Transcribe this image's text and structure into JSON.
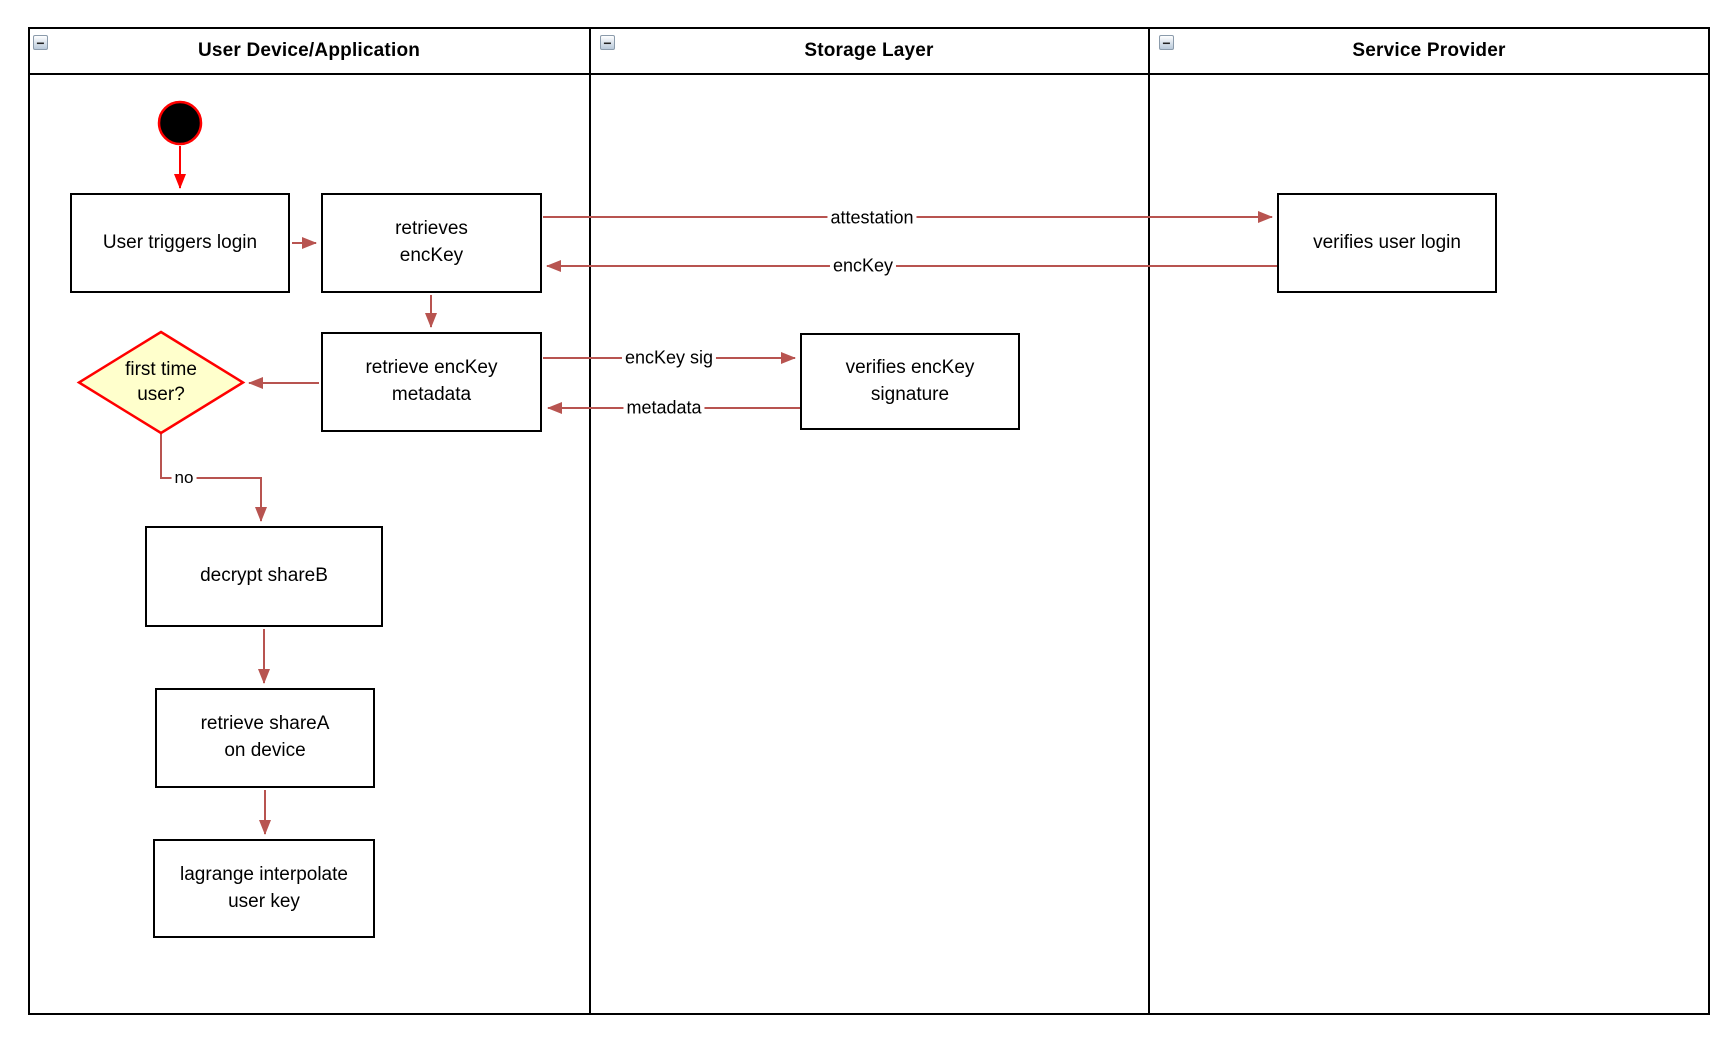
{
  "lanes": [
    {
      "title": "User Device/Application"
    },
    {
      "title": "Storage Layer"
    },
    {
      "title": "Service Provider"
    }
  ],
  "icons": {
    "collapse_glyph": "−"
  },
  "nodes": {
    "start": {
      "type": "initial-node"
    },
    "user_triggers_login": {
      "label": "User triggers login"
    },
    "retrieves_enckey": {
      "label": "retrieves\nencKey"
    },
    "retrieve_enckey_metadata": {
      "label": "retrieve encKey\nmetadata"
    },
    "first_time_user": {
      "label": "first time\nuser?"
    },
    "decrypt_shareb": {
      "label": "decrypt shareB"
    },
    "retrieve_sharea": {
      "label": "retrieve shareA\non device"
    },
    "lagrange_interpolate": {
      "label": "lagrange interpolate\nuser key"
    },
    "verifies_enckey_signature": {
      "label": "verifies encKey\nsignature"
    },
    "verifies_user_login": {
      "label": "verifies user login"
    }
  },
  "edges": {
    "attestation": {
      "label": "attestation"
    },
    "enckey": {
      "label": "encKey"
    },
    "enckey_sig": {
      "label": "encKey sig"
    },
    "metadata": {
      "label": "metadata"
    },
    "no": {
      "label": "no"
    }
  },
  "colors": {
    "connector": "#b85450",
    "start_accent": "#ff0000",
    "decision_fill": "#ffffcc",
    "decision_border": "#ff0000",
    "shape_border": "#000000",
    "shape_fill": "#ffffff"
  }
}
